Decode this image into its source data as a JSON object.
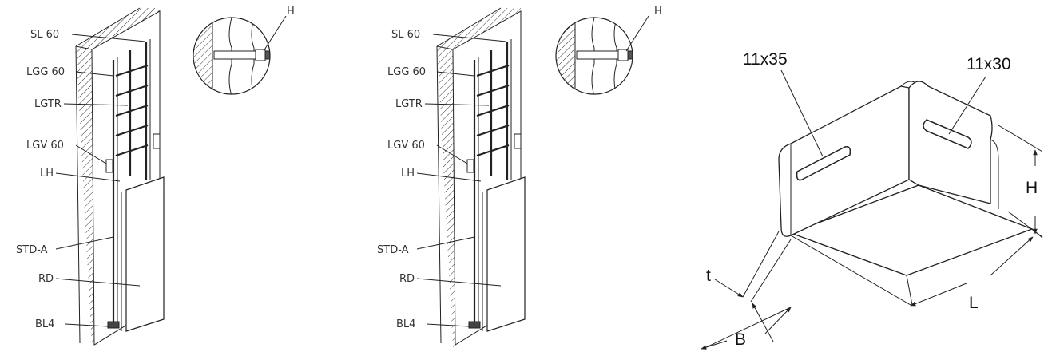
{
  "assemblies": [
    {
      "labels": [
        "SL 60",
        "LGG 60",
        "LGTR",
        "LGV 60",
        "LH",
        "STD-A",
        "RD",
        "BL4"
      ],
      "detail_label": "H"
    },
    {
      "labels": [
        "SL 60",
        "LGG 60",
        "LGTR",
        "LGV 60",
        "LH",
        "STD-A",
        "RD",
        "BL4"
      ],
      "detail_label": "H"
    }
  ],
  "bracket": {
    "slot_left": "11x35",
    "slot_right": "11x30",
    "dim_h": "H",
    "dim_t": "t",
    "dim_l": "L",
    "dim_b": "B"
  },
  "colors": {
    "line": "#222222",
    "label": "#333333",
    "background": "#ffffff"
  }
}
